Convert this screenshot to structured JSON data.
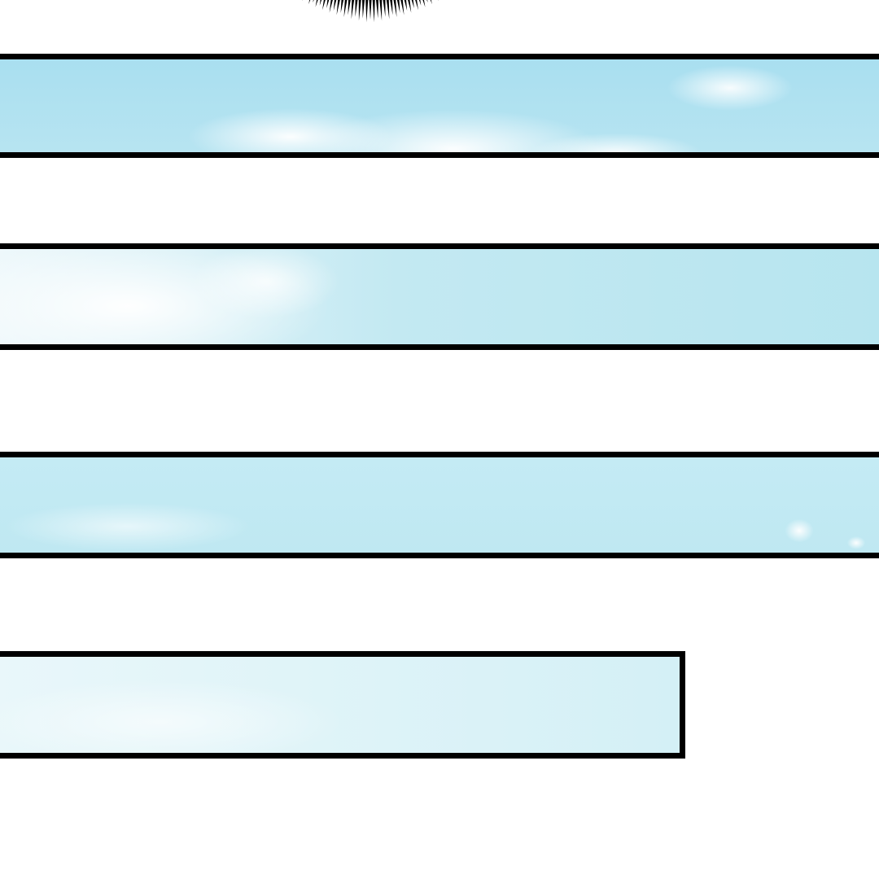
{
  "colors": {
    "panel_border": "#000000",
    "sky_blue": "#b7e4f1",
    "cloud_white": "#ffffff"
  },
  "panels": [
    {
      "id": "panel-1",
      "content": "sky-with-clouds"
    },
    {
      "id": "panel-2",
      "content": "sky-with-clouds"
    },
    {
      "id": "panel-3",
      "content": "sky"
    },
    {
      "id": "panel-4",
      "content": "sky"
    }
  ]
}
